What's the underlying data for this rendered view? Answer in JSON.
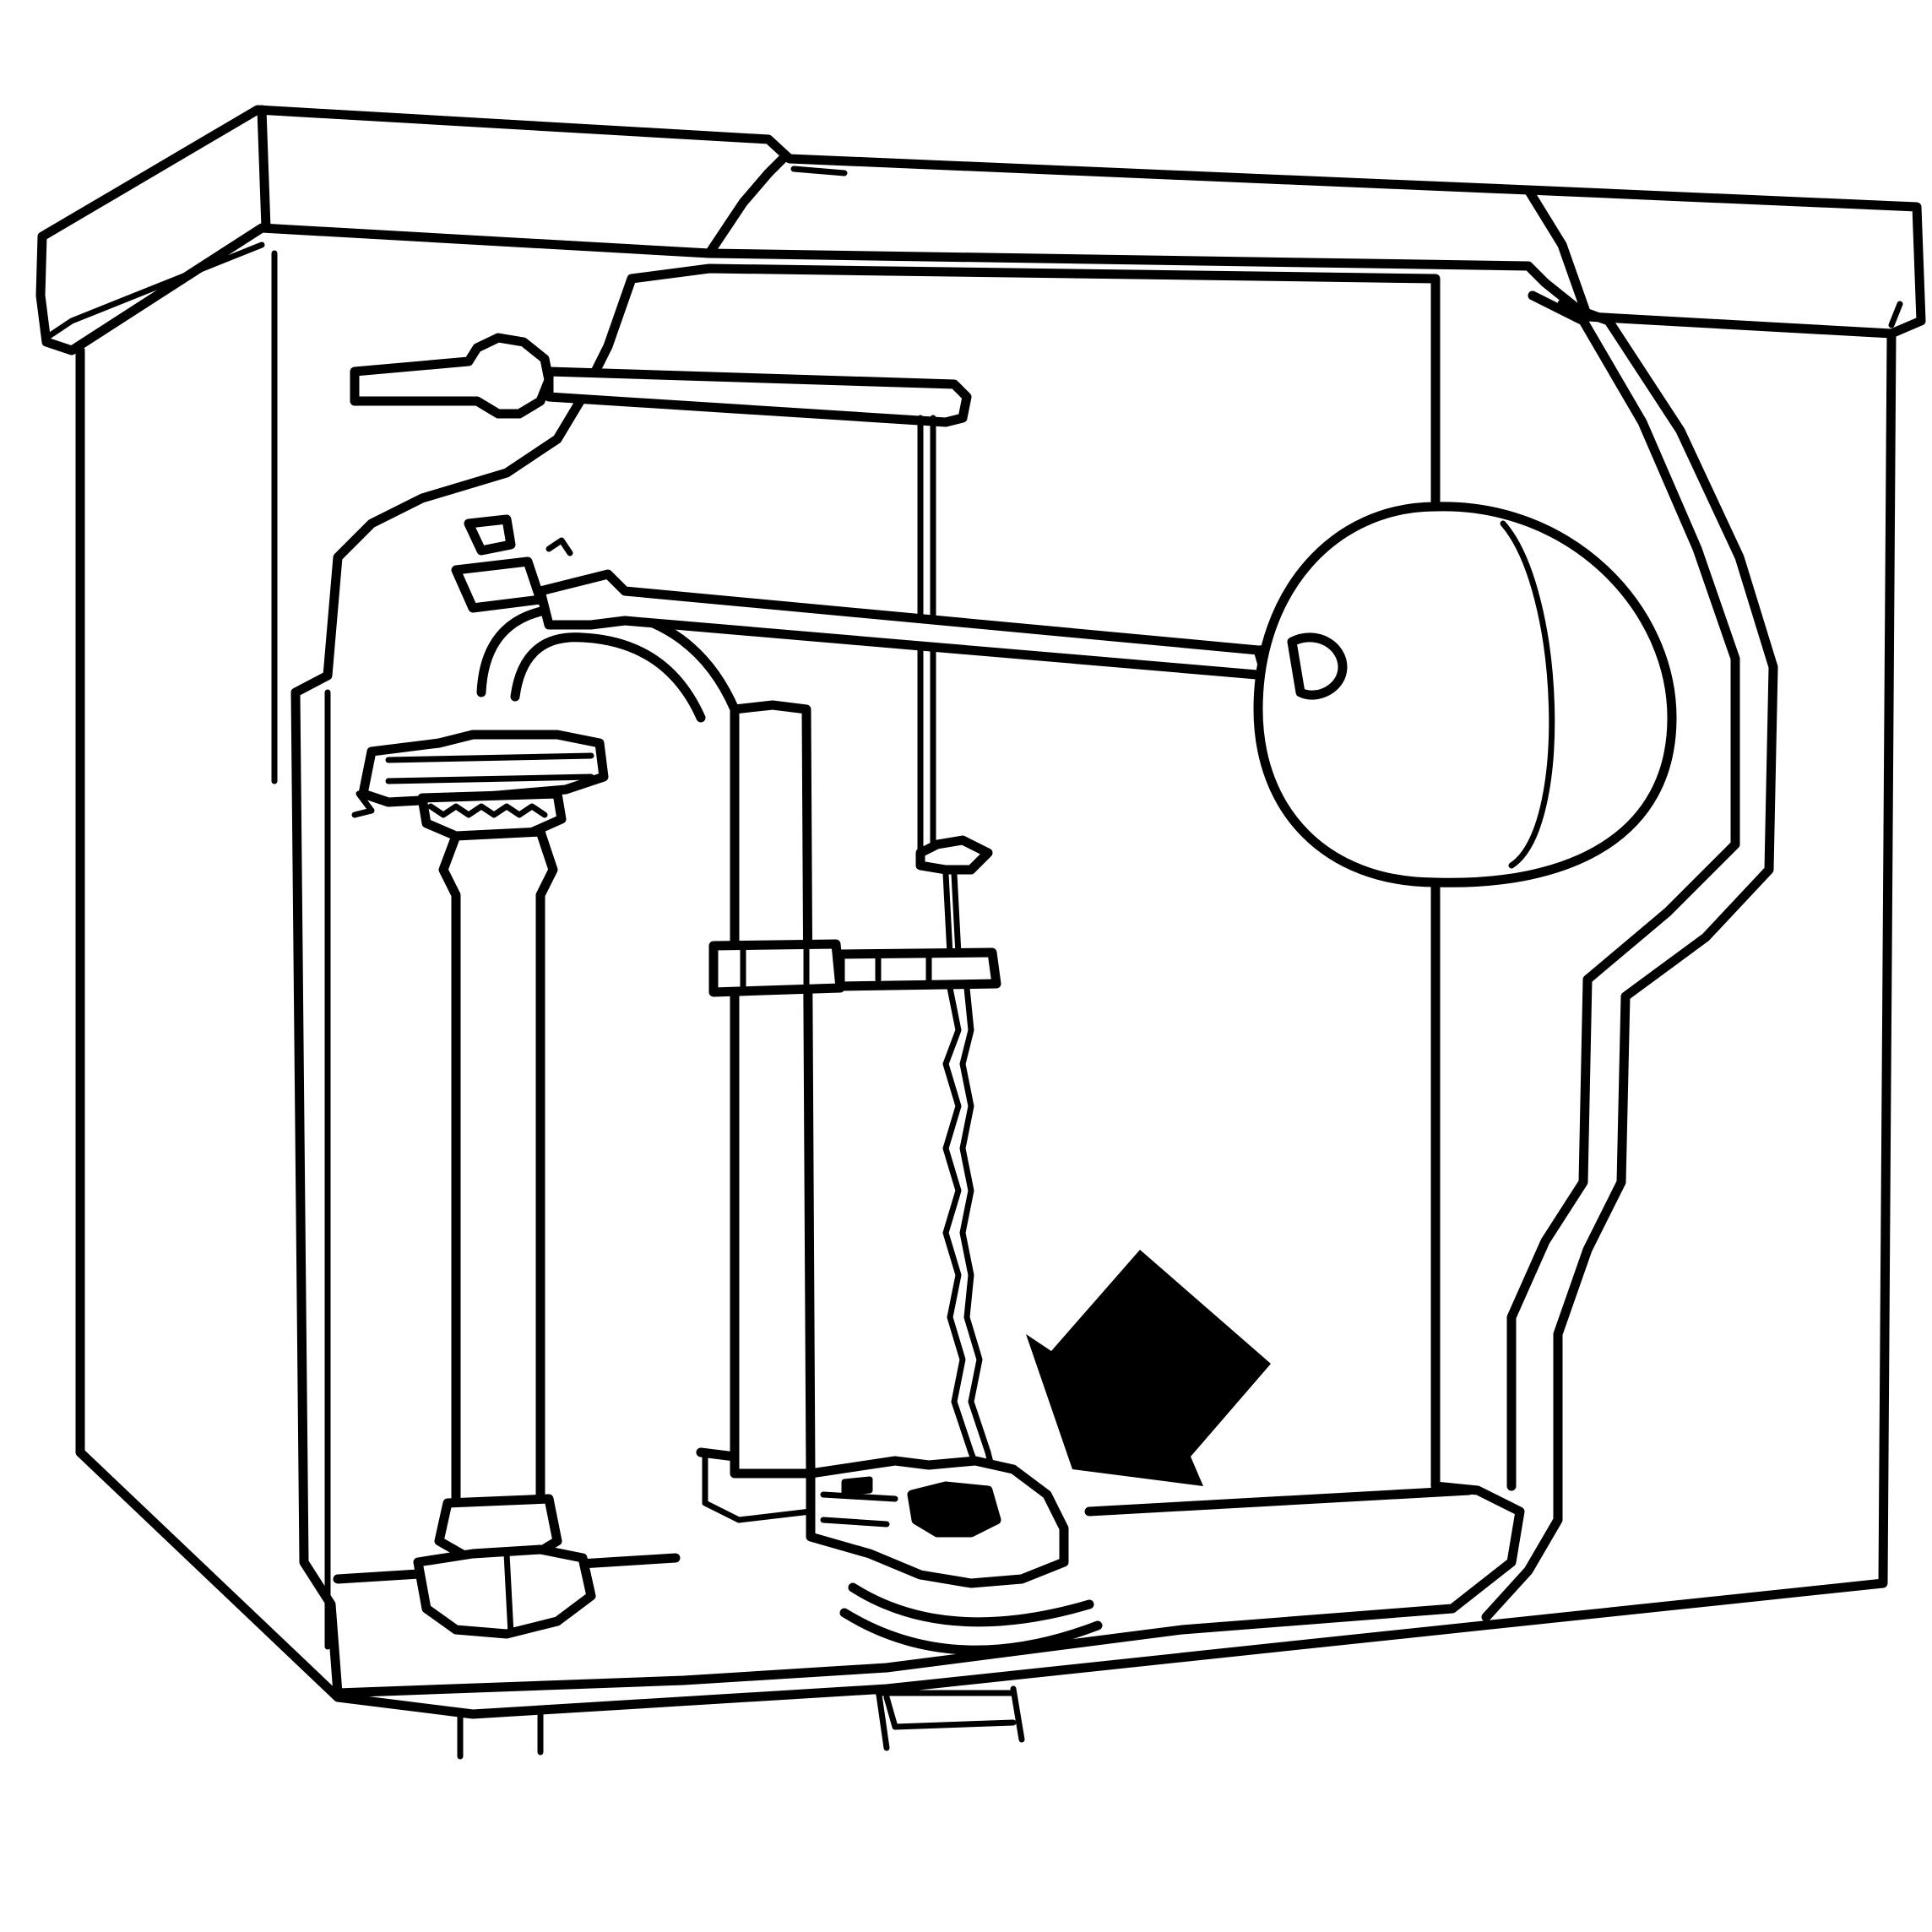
{
  "diagram": {
    "kind": "line-art cutaway of a toilet tank interior",
    "labels": [],
    "colors": {
      "ink": "#000000",
      "paper": "#ffffff"
    },
    "components": [
      "tank-lid",
      "tank-body",
      "flush-handle",
      "trip-lever",
      "fill-valve",
      "refill-tube",
      "overflow-tube",
      "float-arm",
      "float-ball",
      "lift-wire",
      "guide-arm",
      "lift-chain",
      "flapper",
      "flush-valve-seat",
      "indicator-arrow"
    ]
  }
}
